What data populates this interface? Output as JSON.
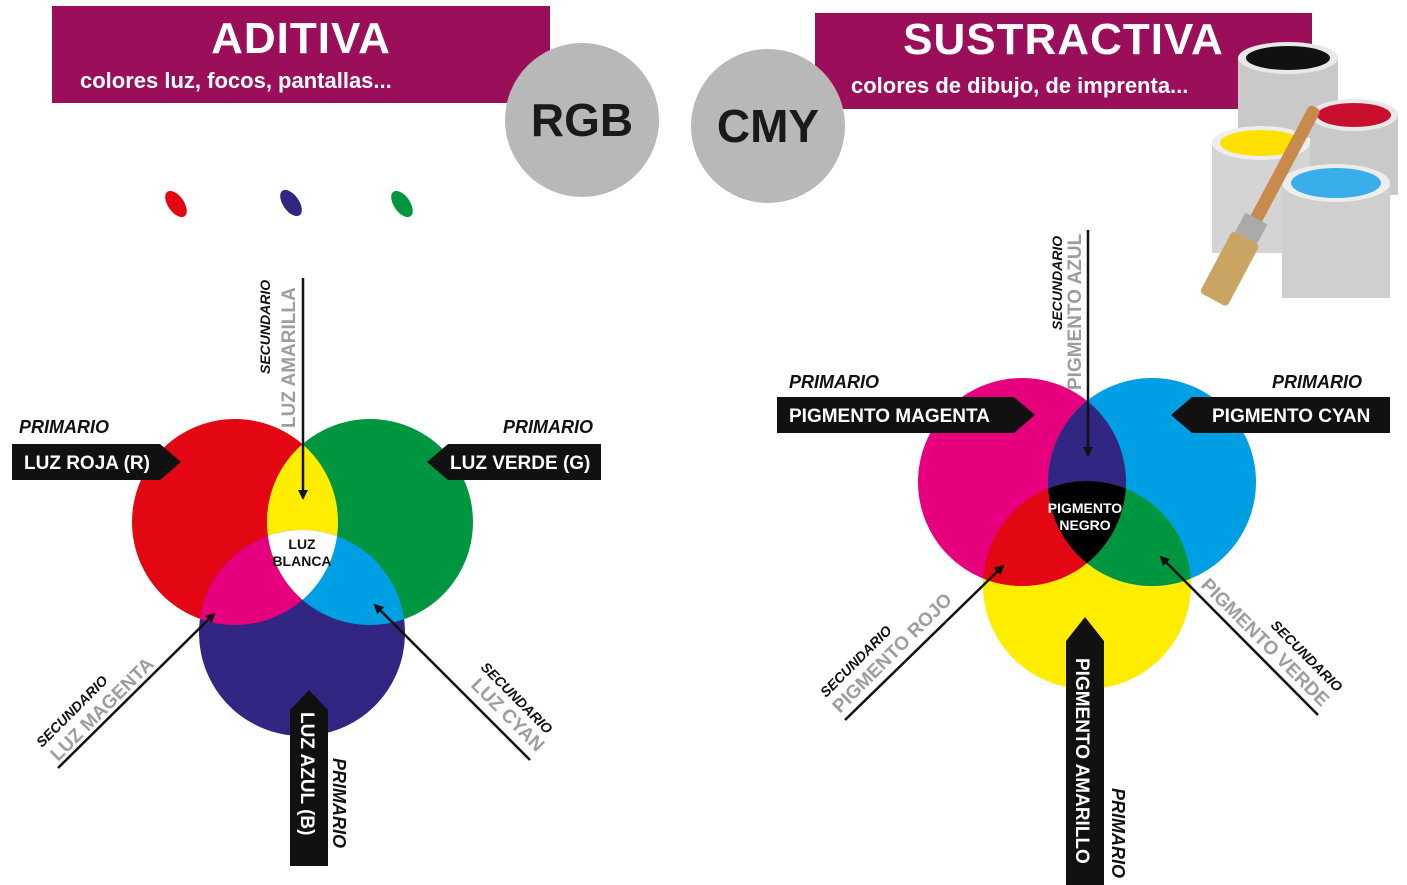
{
  "additive": {
    "title": "ADITIVA",
    "subtitle": "colores luz, focos, pantallas...",
    "model": "RGB",
    "center_line1": "LUZ",
    "center_line2": "BLANCA",
    "primary_word": "PRIMARIO",
    "secondary_word": "SECUNDARIO",
    "primaries": {
      "red": "LUZ ROJA (R)",
      "green": "LUZ VERDE  (G)",
      "blue": "LUZ AZUL (B)"
    },
    "secondaries": {
      "yellow": "LUZ  AMARILLA",
      "magenta": "LUZ MAGENTA",
      "cyan": "LUZ CYAN"
    }
  },
  "subtractive": {
    "title": "SUSTRACTIVA",
    "subtitle": "colores de dibujo, de imprenta...",
    "model": "CMY",
    "center_line1": "PIGMENTO",
    "center_line2": "NEGRO",
    "primary_word": "PRIMARIO",
    "secondary_word": "SECUNDARIO",
    "primaries": {
      "magenta": "PIGMENTO MAGENTA",
      "cyan": "PIGMENTO CYAN",
      "yellow": "PIGMENTO AMARILLO"
    },
    "secondaries": {
      "blue": "PIGMENTO AZUL",
      "red": "PIGMENTO ROJO",
      "green": "PIGMENTO VERDE"
    }
  },
  "colors": {
    "banner": "#9b0f5a",
    "badge": "#b8b8b8",
    "red": "#e30613",
    "green": "#009640",
    "blue": "#312783",
    "yellow": "#ffed00",
    "magenta": "#e6007e",
    "cyan": "#009fe3",
    "label_bg": "#111111",
    "secondary_text": "#9d9d9c"
  }
}
